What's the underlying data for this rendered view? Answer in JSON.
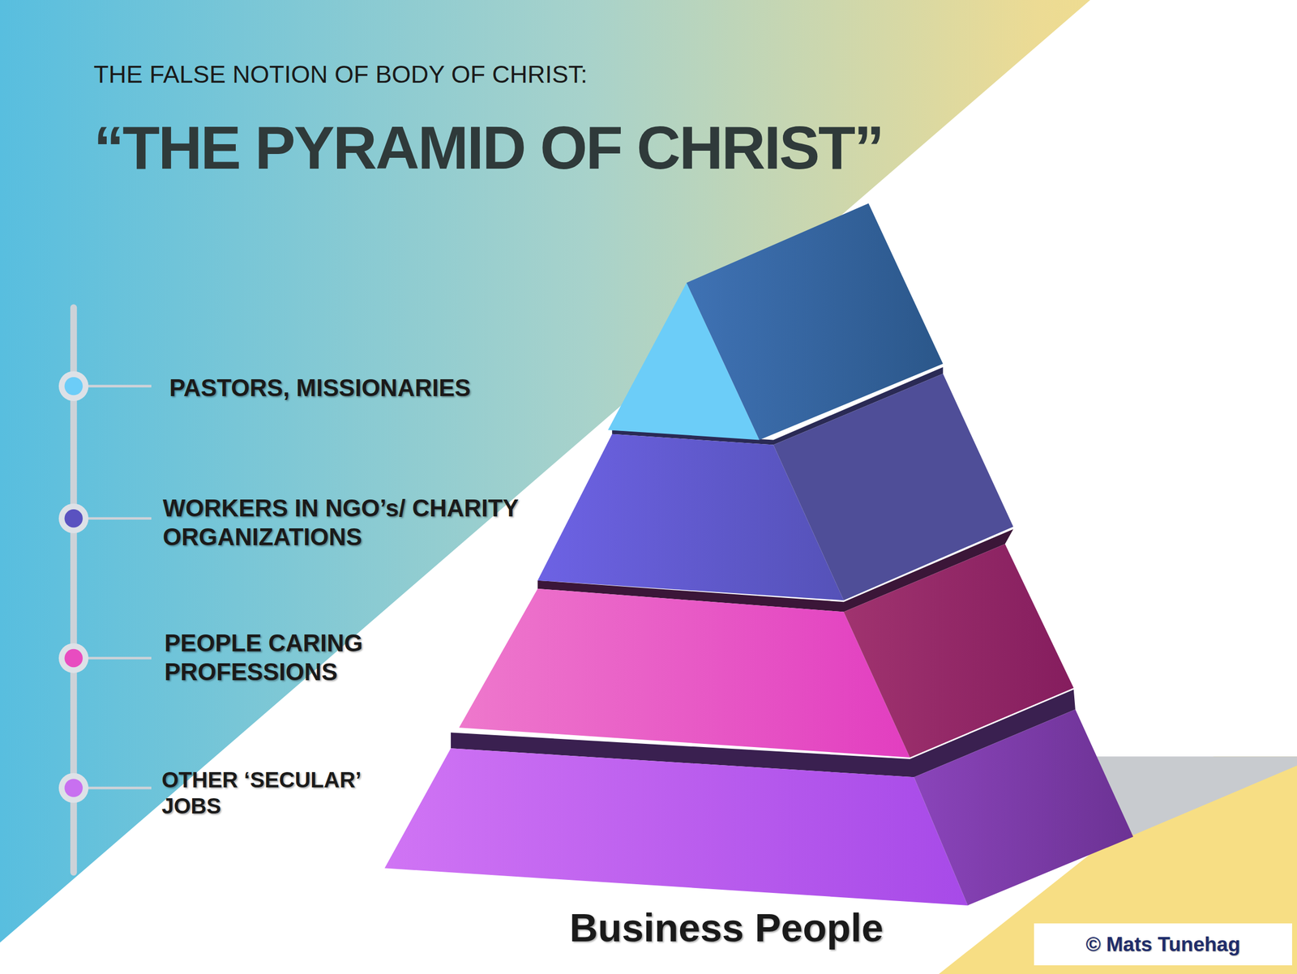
{
  "diagram": {
    "title": "“THE PYRAMID OF CHRIST”",
    "nodes": [
      {
        "text": [
          "© Mats Tunehag"
        ]
      }
    ],
    "labels": [
      "THE FALSE NOTION OF BODY OF CHRIST:",
      "PASTORS, MISSIONARIES",
      "WORKERS IN NGO’s/ CHARITY ORGANIZATIONS",
      "PEOPLE CARING PROFESSIONS",
      "OTHER ‘SECULAR’ JOBS",
      "Business People"
    ]
  }
}
